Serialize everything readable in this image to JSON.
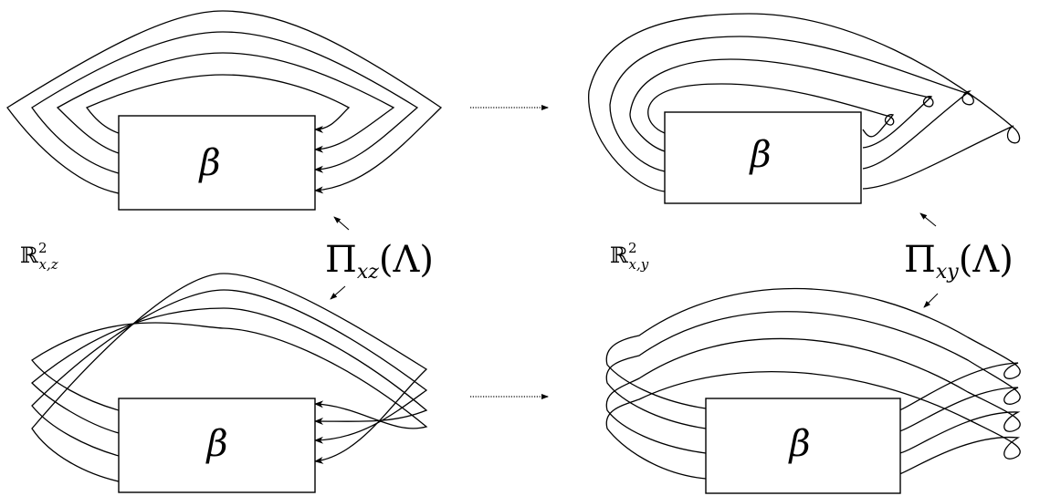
{
  "panels": [
    {
      "id": "top-left",
      "box_label": "β"
    },
    {
      "id": "top-right",
      "box_label": "β"
    },
    {
      "id": "bottom-left",
      "box_label": "β"
    },
    {
      "id": "bottom-right",
      "box_label": "β"
    }
  ],
  "labels": {
    "projection_xz": {
      "pi": "Π",
      "sub": "xz",
      "arg": "(Λ)"
    },
    "projection_xy": {
      "pi": "Π",
      "sub": "xy",
      "arg": "(Λ)"
    },
    "plane_xz": {
      "base": "ℝ",
      "sup": "2",
      "sub": "x,z"
    },
    "plane_xy": {
      "base": "ℝ",
      "sup": "2",
      "sub": "x,y"
    }
  }
}
